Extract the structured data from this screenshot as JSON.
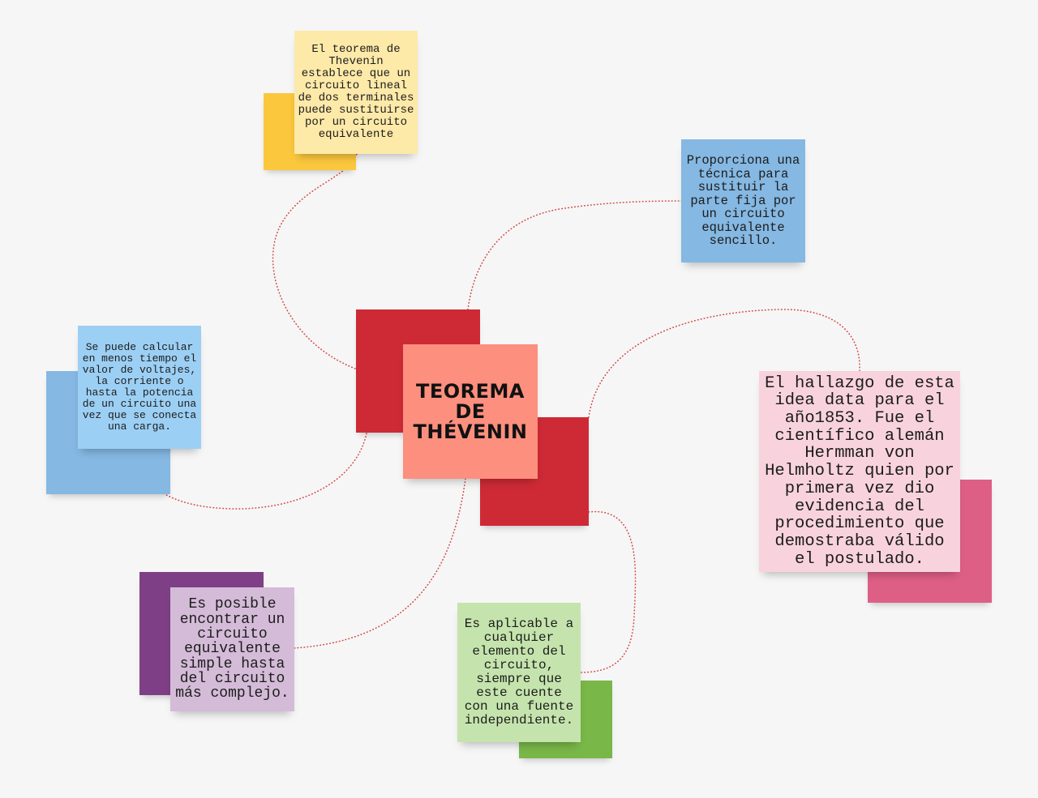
{
  "central_topic": {
    "label": "TEOREMA DE THÉVENIN",
    "fill_color": "#fd8f7e",
    "accent_color": "#cd2a35"
  },
  "notes": [
    {
      "id": "definicion",
      "text": "El teorema de Thevenin establece que un circuito lineal de dos terminales puede sustituirse por un circuito equivalente",
      "note_color": "#fde9a8",
      "backing_color": "#fbc73c"
    },
    {
      "id": "tecnica",
      "text": "Proporciona una técnica para sustituir la parte fija por un circuito equivalente sencillo.",
      "note_color": "#85b8e2"
    },
    {
      "id": "calcular",
      "text": "Se puede calcular en menos tiempo el valor de voltajes, la corriente o hasta la potencia de un circuito una vez que se conecta una carga.",
      "note_color": "#9ccff4",
      "backing_color": "#85b8e2"
    },
    {
      "id": "historia",
      "text": "El hallazgo de esta idea data para el año1853. Fue el científico alemán Hermman von Helmholtz quien por primera vez dio evidencia del procedimiento que demostraba válido el postulado.",
      "note_color": "#f8d3dd",
      "backing_color": "#de5f86"
    },
    {
      "id": "equivalente",
      "text": "Es posible encontrar un circuito equivalente simple hasta del circuito más complejo.",
      "note_color": "#d4bbd8",
      "backing_color": "#7f3f86"
    },
    {
      "id": "aplicable",
      "text": "Es aplicable a cualquier elemento del circuito, siempre que este cuente con una fuente independiente.",
      "note_color": "#c5e4ad",
      "backing_color": "#79b748"
    }
  ],
  "connector": {
    "style": "dotted",
    "color": "#d34b4b"
  }
}
